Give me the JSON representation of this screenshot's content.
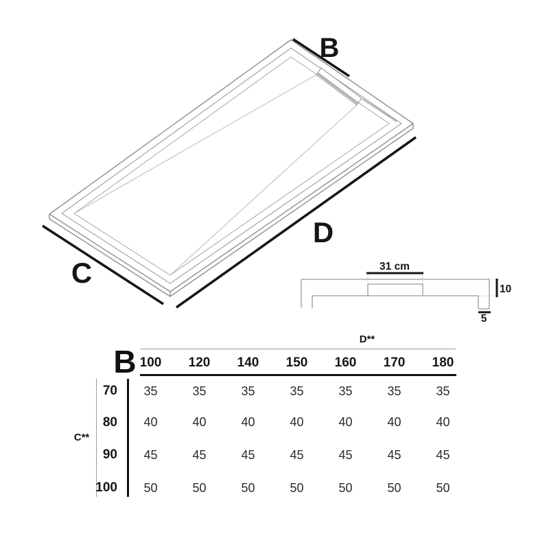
{
  "diagram": {
    "b_label": "B",
    "c_label": "C",
    "d_label": "D"
  },
  "profile": {
    "drain_width": "31 cm",
    "edge_height": "10",
    "foot_width": "5"
  },
  "table": {
    "b_header": "B",
    "d_header": "D**",
    "c_header": "C**",
    "columns": [
      "100",
      "120",
      "140",
      "150",
      "160",
      "170",
      "180"
    ],
    "rows": [
      {
        "label": "70",
        "values": [
          "35",
          "35",
          "35",
          "35",
          "35",
          "35",
          "35"
        ]
      },
      {
        "label": "80",
        "values": [
          "40",
          "40",
          "40",
          "40",
          "40",
          "40",
          "40"
        ]
      },
      {
        "label": "90",
        "values": [
          "45",
          "45",
          "45",
          "45",
          "45",
          "45",
          "45"
        ]
      },
      {
        "label": "100",
        "values": [
          "50",
          "50",
          "50",
          "50",
          "50",
          "50",
          "50"
        ]
      }
    ]
  },
  "colors": {
    "drawing_gray": "#8e8e8e",
    "dimension_black": "#161616"
  }
}
